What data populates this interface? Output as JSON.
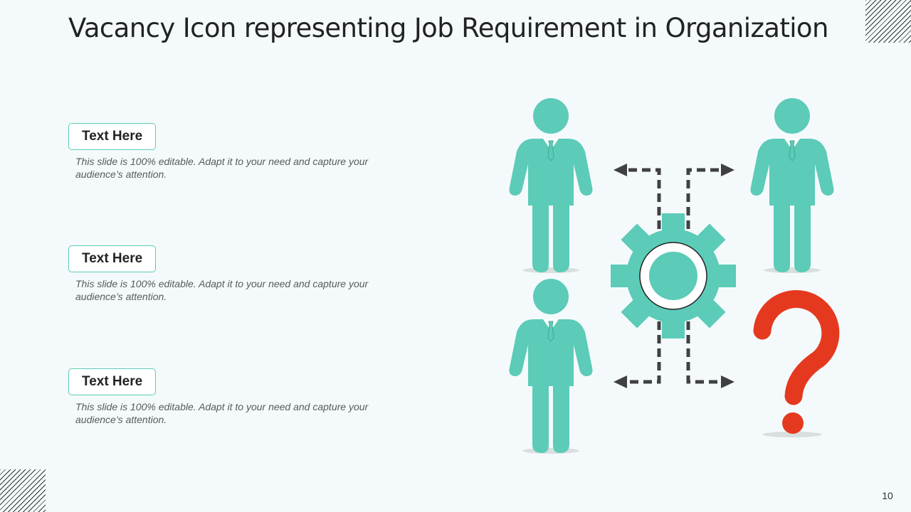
{
  "slide": {
    "title": "Vacancy Icon representing Job Requirement in Organization",
    "page_number": "10",
    "items": [
      {
        "label": "Text Here",
        "description": "This slide is 100% editable. Adapt it to your need and capture your audience’s attention."
      },
      {
        "label": "Text Here",
        "description": "This slide is 100% editable. Adapt it to your need and capture your audience’s attention."
      },
      {
        "label": "Text Here",
        "description": "This slide is 100% editable. Adapt it to your need and capture your audience’s attention."
      }
    ]
  },
  "graphic": {
    "icons": [
      "person-icon",
      "person-icon",
      "person-icon",
      "gear-icon",
      "question-mark-icon",
      "arrow-left-icon",
      "arrow-right-icon"
    ],
    "glyph": "?"
  },
  "colors": {
    "background": "#f4fafb",
    "accent": "#5ccbb8",
    "question": "#e5391f",
    "arrows": "#404040",
    "title": "#222222"
  }
}
